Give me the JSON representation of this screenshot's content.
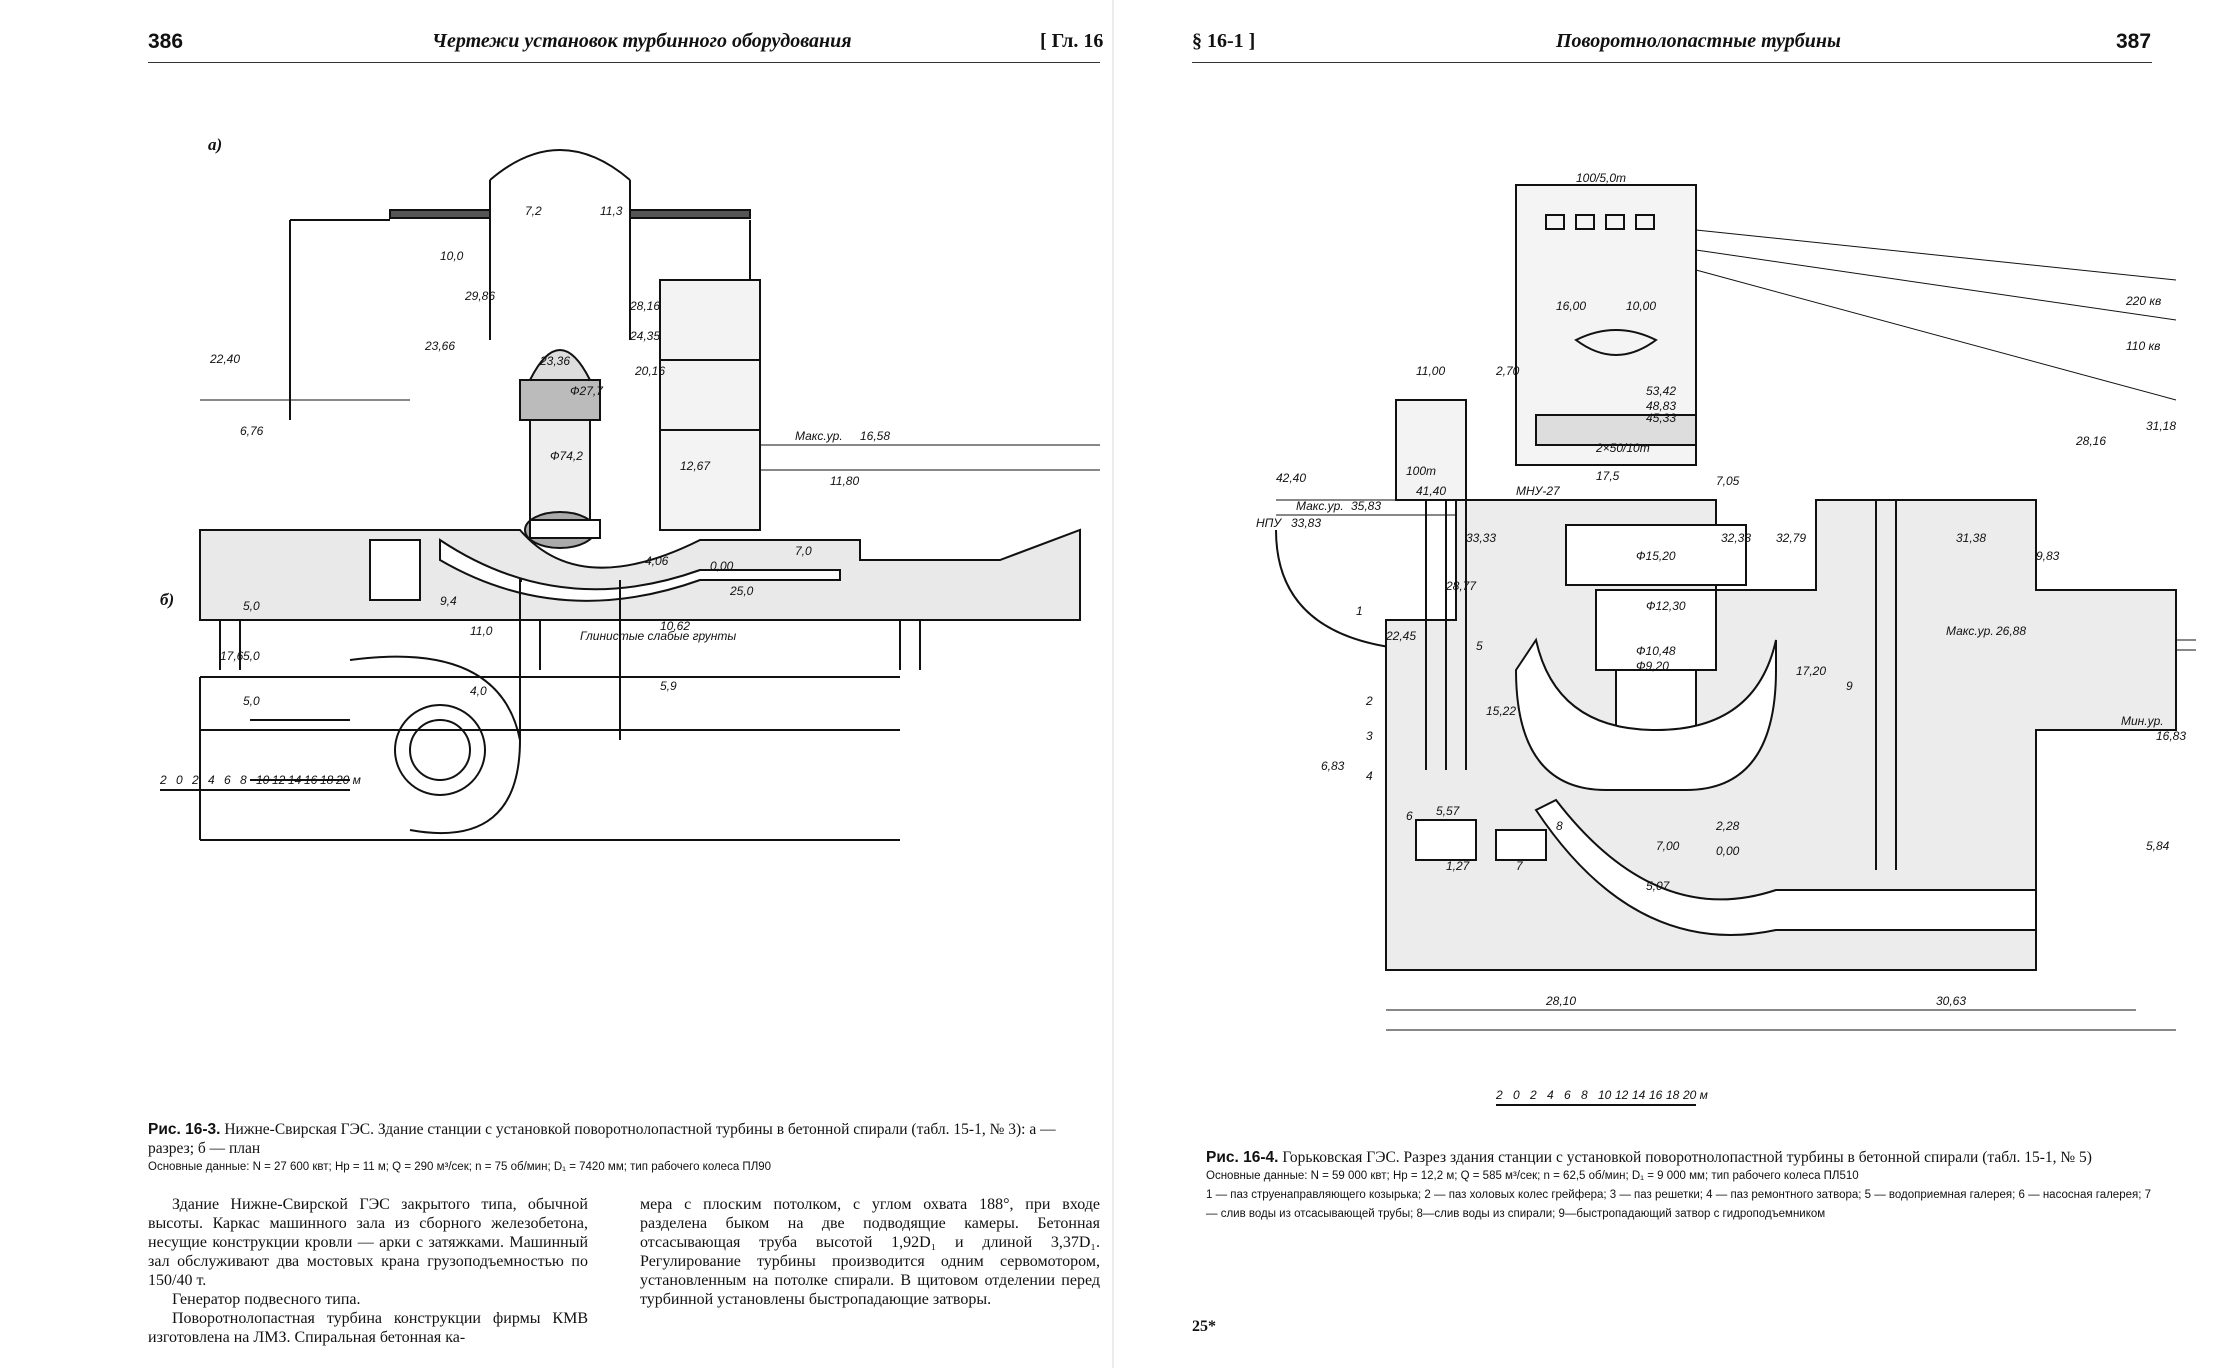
{
  "left_page": {
    "page_number": "386",
    "running_title": "Чертежи установок турбинного оборудования",
    "chapter_ref": "[ Гл. 16",
    "figure": {
      "label_a": "а)",
      "label_b": "б)",
      "dims": [
        "7,2",
        "11,3",
        "10,0",
        "29,86",
        "28,16",
        "24,35",
        "23,66",
        "22,40",
        "23,36",
        "20,16",
        "Ф27,7",
        "Ф74,2",
        "Макс.ур.",
        "16,58",
        "12,67",
        "11,80",
        "6,76",
        "4,06",
        "0,00",
        "25,0",
        "7,0"
      ],
      "soil_label": "Глинистые слабые грунты",
      "plan_dims": [
        "5,0",
        "17,6",
        "5,0",
        "5,0",
        "9,4",
        "11,0",
        "4,0",
        "10,62",
        "5,9"
      ],
      "scale_ticks": [
        "2",
        "0",
        "2",
        "4",
        "6",
        "8",
        "10",
        "12",
        "14",
        "16",
        "18",
        "20 м"
      ]
    },
    "caption": {
      "fig_no": "Рис. 16-3.",
      "text": "Нижне-Свирская ГЭС. Здание станции с установкой поворотнолопастной турбины в бетонной спирали (табл. 15-1, № 3): а — разрез; б — план",
      "basic_data": "Основные данные: N = 27 600 квт; Hр = 11 м; Q = 290 м³/сек; n = 75 об/мин; D₁ = 7420 мм; тип рабочего колеса ПЛ90"
    },
    "body_col1": {
      "p1": "Здание Нижне-Свирской ГЭС закрытого типа, обычной высоты. Каркас машинного зала из сборного железобетона, несущие конструкции кровли — арки с затяжками. Машинный зал обслуживают два мостовых крана грузоподъемностью по 150/40 т.",
      "p2": "Генератор подвесного типа.",
      "p3": "Поворотнолопастная турбина конструкции фирмы КМВ изготовлена на ЛМЗ. Спиральная бетонная ка-"
    },
    "body_col2": {
      "p1": "мера с плоским потолком, с углом охвата 188°, при входе разделена быком на две подводящие камеры. Бетонная отсасывающая труба высотой 1,92D₁ и длиной 3,37D₁. Регулирование турбины производится одним сервомотором, установленным на потолке спирали. В щитовом отделении перед турбинной установлены быстропадающие затворы."
    }
  },
  "right_page": {
    "page_number": "387",
    "section_ref": "§ 16-1 ]",
    "running_title": "Поворотнолопастные турбины",
    "figure": {
      "dims": [
        "100/5,0m",
        "16,00",
        "10,00",
        "11,00",
        "2,70",
        "53,42",
        "48,83",
        "45,33",
        "2×50/10m",
        "100m",
        "17,5",
        "МНУ-27",
        "7,05",
        "42,40",
        "41,40",
        "Макс.ур.",
        "35,83",
        "НПУ",
        "33,83",
        "33,33",
        "32,79",
        "32,33",
        "31,38",
        "Ф15,20",
        "Ф12,30",
        "28,77",
        "22,45",
        "17,20",
        "15,22",
        "Ф10,48",
        "Ф9,20",
        "2,28",
        "7,00",
        "0,00",
        "5,57",
        "1,27",
        "5,07",
        "6,83",
        "9,83",
        "Макс.ур.",
        "26,88",
        "Мин.ур.",
        "16,83",
        "220 кв",
        "110 кв",
        "31,18",
        "28,16",
        "5,84"
      ],
      "callouts": [
        "1",
        "2",
        "3",
        "4",
        "5",
        "6",
        "7",
        "8",
        "9"
      ],
      "bottom_dims": [
        "28,10",
        "30,63"
      ],
      "scale_ticks": [
        "2",
        "0",
        "2",
        "4",
        "6",
        "8",
        "10",
        "12",
        "14",
        "16",
        "18",
        "20 м"
      ]
    },
    "caption": {
      "fig_no": "Рис. 16-4.",
      "text": "Горьковская ГЭС. Разрез здания станции с установкой поворотнолопастной турбины в бетонной спирали (табл. 15-1, № 5)",
      "basic_data": "Основные данные: N = 59 000 квт; Hр = 12,2 м; Q = 585 м³/сек; n = 62,5 об/мин; D₁ = 9 000 мм; тип рабочего колеса ПЛ510",
      "legend": "1 — паз струенаправляющего козырька; 2 — паз холовых колес грейфера; 3 — паз решетки; 4 — паз ремонтного затвора; 5 — водоприемная галерея; 6 — насосная галерея; 7 — слив воды из отсасывающей трубы; 8—слив воды из спирали; 9—быстропадающий затвор с гидроподъемником"
    },
    "footer_mark": "25*"
  }
}
